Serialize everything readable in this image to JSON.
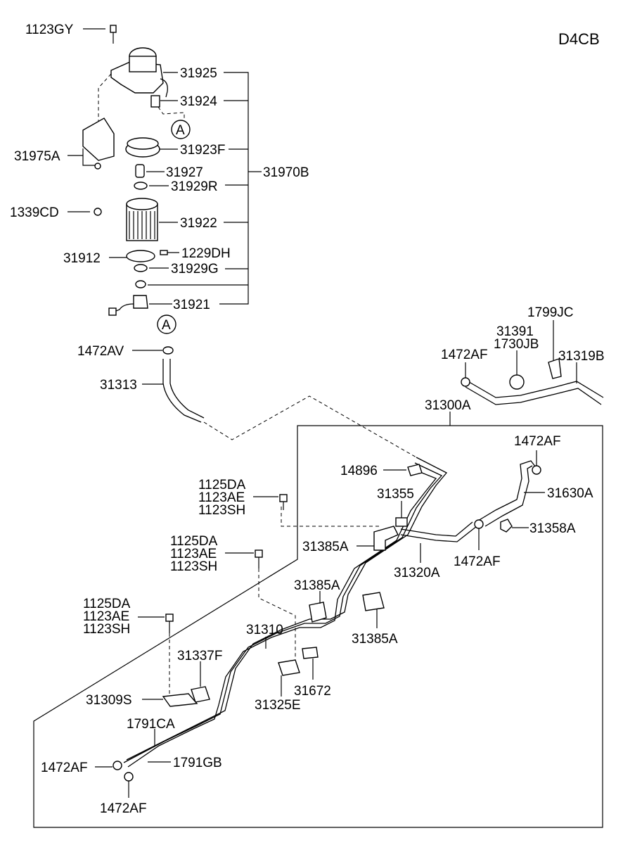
{
  "engine_code": "D4CB",
  "callout_letter": "A",
  "labels": {
    "p1123GY": "1123GY",
    "p31925": "31925",
    "p31924": "31924",
    "p31923F": "31923F",
    "p31975A": "31975A",
    "p31927": "31927",
    "p31970B": "31970B",
    "p31929R": "31929R",
    "p1339CD": "1339CD",
    "p31922": "31922",
    "p31912": "31912",
    "p1229DH": "1229DH",
    "p31929G": "31929G",
    "p31921": "31921",
    "p1472AV": "1472AV",
    "p31313": "31313",
    "p1799JC": "1799JC",
    "p31391": "31391",
    "p1730JB": "1730JB",
    "p31319B": "31319B",
    "p1472AF_top": "1472AF",
    "p31300A": "31300A",
    "p1472AF_r": "1472AF",
    "p14896": "14896",
    "p31630A": "31630A",
    "p31355": "31355",
    "p31358A": "31358A",
    "p31385A_1": "31385A",
    "p31320A": "31320A",
    "p1472AF_m": "1472AF",
    "p31385A_2": "31385A",
    "p31385A_3": "31385A",
    "p31310": "31310",
    "p31337F": "31337F",
    "p31672": "31672",
    "p31325E": "31325E",
    "p31309S": "31309S",
    "p1791CA": "1791CA",
    "p1791GB": "1791GB",
    "p1472AF_l": "1472AF",
    "p1472AF_b": "1472AF",
    "g1": [
      "1125DA",
      "1123AE",
      "1123SH"
    ],
    "g2": [
      "1125DA",
      "1123AE",
      "1123SH"
    ],
    "g3": [
      "1125DA",
      "1123AE",
      "1123SH"
    ]
  }
}
